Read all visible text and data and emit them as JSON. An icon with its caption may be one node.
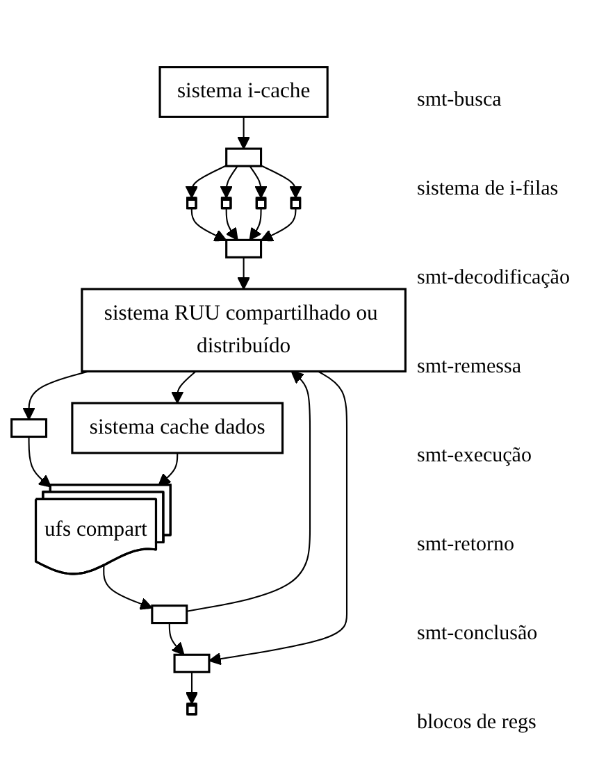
{
  "diagram": {
    "nodes": [
      {
        "text": [
          "sistema i-cache"
        ]
      },
      {
        "text": [],
        "shape": "bar"
      },
      {
        "text": [],
        "shape": "box"
      },
      {
        "text": [],
        "shape": "box"
      },
      {
        "text": [],
        "shape": "box"
      },
      {
        "text": [],
        "shape": "box"
      },
      {
        "text": [],
        "shape": "bar"
      },
      {
        "text": [
          "sistema RUU compartilhado ou distribuído"
        ]
      },
      {
        "text": [],
        "shape": "bar"
      },
      {
        "text": [
          "sistema cache dados"
        ]
      },
      {
        "text": [
          "ufs compart"
        ]
      },
      {
        "text": [],
        "shape": "bar"
      },
      {
        "text": [],
        "shape": "bar"
      },
      {
        "text": [],
        "shape": "box"
      }
    ],
    "edges": [
      {
        "from": 0,
        "to": 1,
        "arrow": "to"
      },
      {
        "from": 1,
        "to": 2,
        "arrow": "to"
      },
      {
        "from": 1,
        "to": 3,
        "arrow": "to"
      },
      {
        "from": 1,
        "to": 4,
        "arrow": "to"
      },
      {
        "from": 1,
        "to": 5,
        "arrow": "to"
      },
      {
        "from": 2,
        "to": 6,
        "arrow": "to"
      },
      {
        "from": 3,
        "to": 6,
        "arrow": "to"
      },
      {
        "from": 4,
        "to": 6,
        "arrow": "to"
      },
      {
        "from": 5,
        "to": 6,
        "arrow": "to"
      },
      {
        "from": 6,
        "to": 7,
        "arrow": "to"
      },
      {
        "from": 7,
        "to": 8,
        "arrow": "to"
      },
      {
        "from": 8,
        "to": 10,
        "arrow": "to"
      },
      {
        "from": 9,
        "to": 10,
        "arrow": "to"
      },
      {
        "from": 10,
        "to": 11,
        "arrow": "to"
      },
      {
        "from": 11,
        "to": 7,
        "arrow": "to"
      },
      {
        "from": 11,
        "to": 12,
        "arrow": "to"
      },
      {
        "from": 7,
        "to": 12,
        "arrow": "to"
      },
      {
        "from": 7,
        "to": 9,
        "arrow": "to"
      },
      {
        "from": 12,
        "to": 13,
        "arrow": "to"
      }
    ],
    "labels": [
      "smt-busca",
      "sistema de i-filas",
      "smt-decodificação",
      "smt-remessa",
      "smt-execução",
      "smt-retorno",
      "smt-conclusão",
      "blocos de regs"
    ]
  }
}
